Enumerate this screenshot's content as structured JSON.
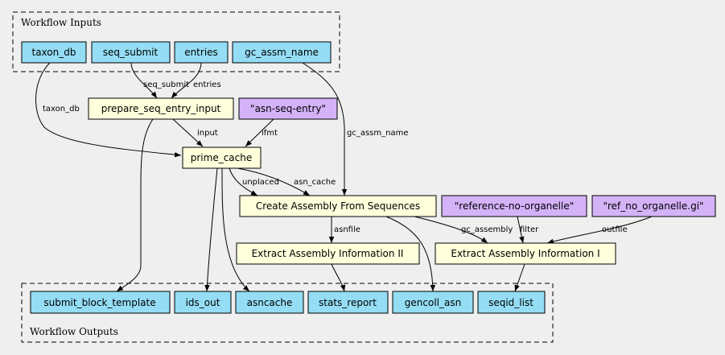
{
  "clusters": {
    "inputs_label": "Workflow Inputs",
    "outputs_label": "Workflow Outputs"
  },
  "inputs": {
    "taxon_db": "taxon_db",
    "seq_submit": "seq_submit",
    "entries": "entries",
    "gc_assm_name": "gc_assm_name"
  },
  "steps": {
    "prepare": "prepare_seq_entry_input",
    "prime_cache": "prime_cache",
    "create_assembly": "Create Assembly From Sequences",
    "extract_ii": "Extract Assembly Information II",
    "extract_i": "Extract Assembly Information I"
  },
  "constants": {
    "asn_seq_entry": "\"asn-seq-entry\"",
    "reference_no_organelle": "\"reference-no-organelle\"",
    "ref_no_organelle_gi": "\"ref_no_organelle.gi\""
  },
  "outputs": {
    "submit_block_template": "submit_block_template",
    "ids_out": "ids_out",
    "asncache": "asncache",
    "stats_report": "stats_report",
    "gencoll_asn": "gencoll_asn",
    "seqid_list": "seqid_list"
  },
  "edge_labels": {
    "seq_submit": "seq_submit",
    "entries": "entries",
    "taxon_db": "taxon_db",
    "input": "input",
    "ifmt": "ifmt",
    "gc_assm_name": "gc_assm_name",
    "unplaced": "unplaced",
    "asn_cache": "asn_cache",
    "asnfile": "asnfile",
    "gc_assembly": "gc_assembly",
    "filter": "filter",
    "outfile": "outfile"
  },
  "colors": {
    "io_node": "#94ddf4",
    "step_node": "#ffffdc",
    "constant_node": "#d4b2f8",
    "background": "#efefef"
  }
}
